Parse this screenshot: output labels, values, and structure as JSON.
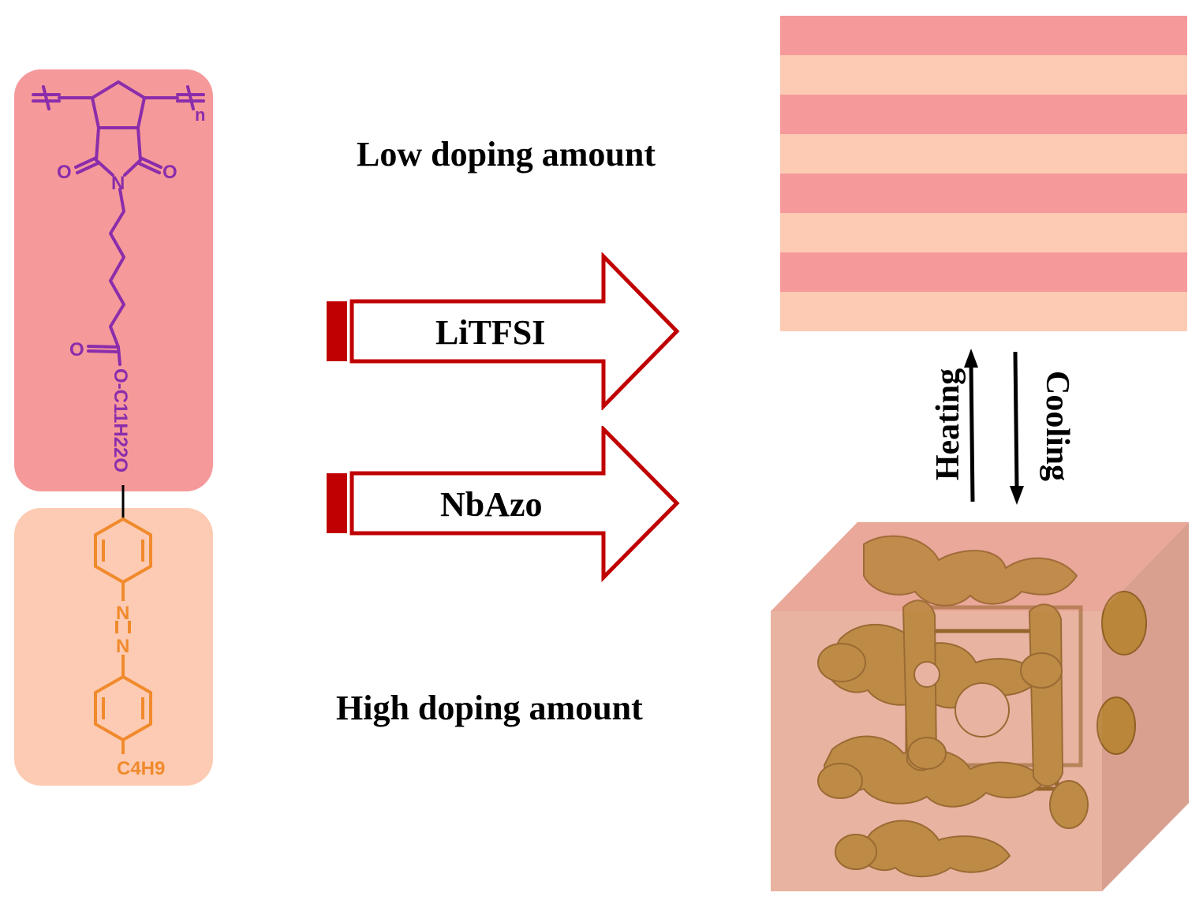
{
  "labels": {
    "low": "Low doping amount",
    "high": "High doping amount",
    "arrow1": "LiTFSI",
    "arrow2": "NbAzo",
    "heating": "Heating",
    "cooling": "Cooling"
  },
  "chem": {
    "o_left": "O",
    "o_right": "O",
    "n": "N",
    "sub_n": "n",
    "o_ester": "O",
    "chain": "O-C11H22O",
    "azo_n1": "N",
    "azo_n2": "N",
    "tail": "C4H9"
  },
  "colors": {
    "polymer_block": "#f5999a",
    "mesogen_block": "#fdcbb3",
    "backbone": "#8b2dab",
    "azo": "#f08a2c",
    "arrow": "#c00000",
    "lamella_dark": "#f5999a",
    "lamella_light": "#fdcbb3",
    "cube": "#e8a89a",
    "network": "#b9863a"
  }
}
